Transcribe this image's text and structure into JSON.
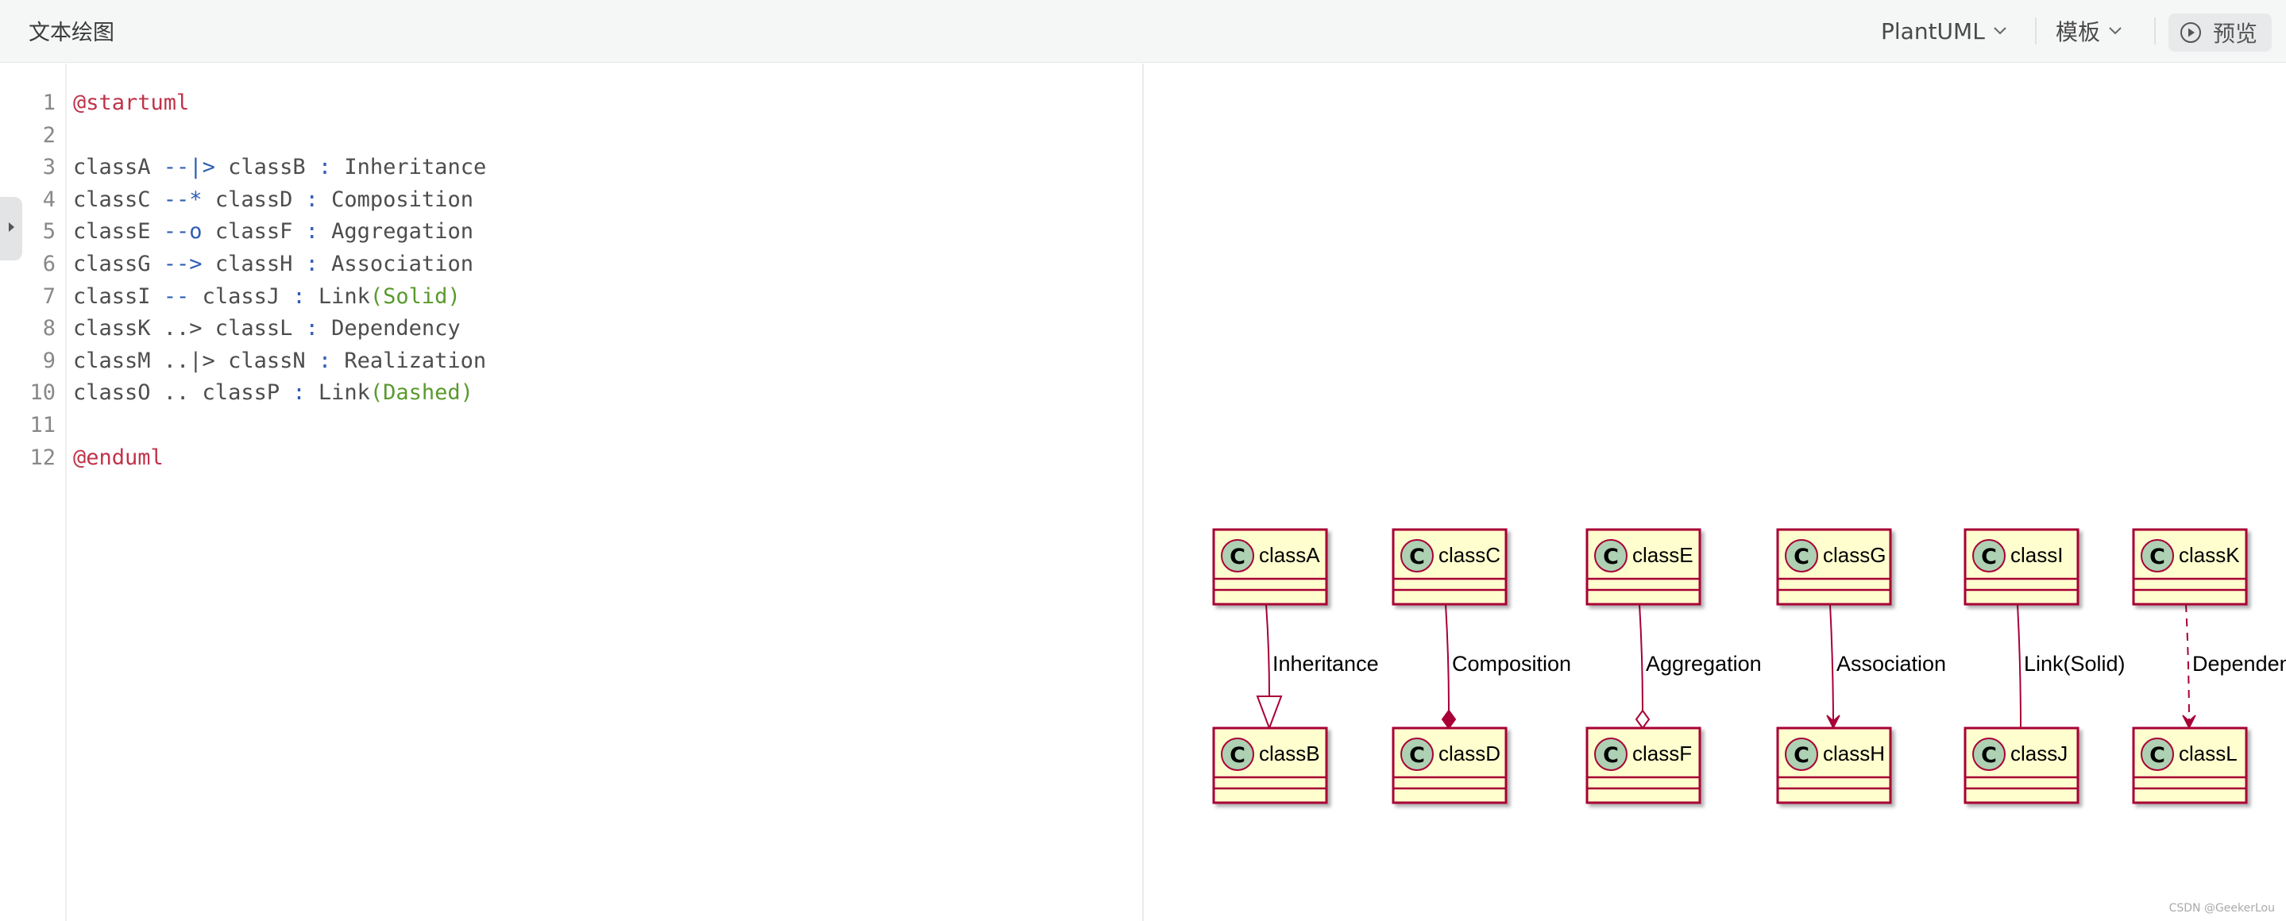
{
  "app": {
    "title": "文本绘图"
  },
  "toolbar": {
    "language_label": "PlantUML",
    "template_label": "模板",
    "preview_label": "预览"
  },
  "editor": {
    "line_numbers": [
      "1",
      "2",
      "3",
      "4",
      "5",
      "6",
      "7",
      "8",
      "9",
      "10",
      "11",
      "12"
    ],
    "lines": [
      "@startuml",
      "",
      "classA --|> classB : Inheritance",
      "classC --* classD : Composition",
      "classE --o classF : Aggregation",
      "classG --> classH : Association",
      "classI -- classJ : Link(Solid)",
      "classK ..> classL : Dependency",
      "classM ..|> classN : Realization",
      "classO .. classP : Link(Dashed)",
      "",
      "@enduml"
    ]
  },
  "diagram": {
    "pairs": [
      {
        "from": "classA",
        "to": "classB",
        "label": "Inheritance",
        "relation": "inheritance"
      },
      {
        "from": "classC",
        "to": "classD",
        "label": "Composition",
        "relation": "composition"
      },
      {
        "from": "classE",
        "to": "classF",
        "label": "Aggregation",
        "relation": "aggregation"
      },
      {
        "from": "classG",
        "to": "classH",
        "label": "Association",
        "relation": "association"
      },
      {
        "from": "classI",
        "to": "classJ",
        "label": "Link(Solid)",
        "relation": "link"
      },
      {
        "from": "classK",
        "to": "classL",
        "label": "Dependency",
        "relation": "dependency"
      }
    ],
    "class_fill": "#fefece",
    "class_border": "#a80036",
    "circle_fill": "#add1b2",
    "circle_letter": "C"
  },
  "watermark": "CSDN @GeekerLou",
  "colors": {
    "topbar": "#f5f6f6",
    "keyword": "#c0334a",
    "operator": "#2f5fb3",
    "string": "#5a9a2d"
  }
}
